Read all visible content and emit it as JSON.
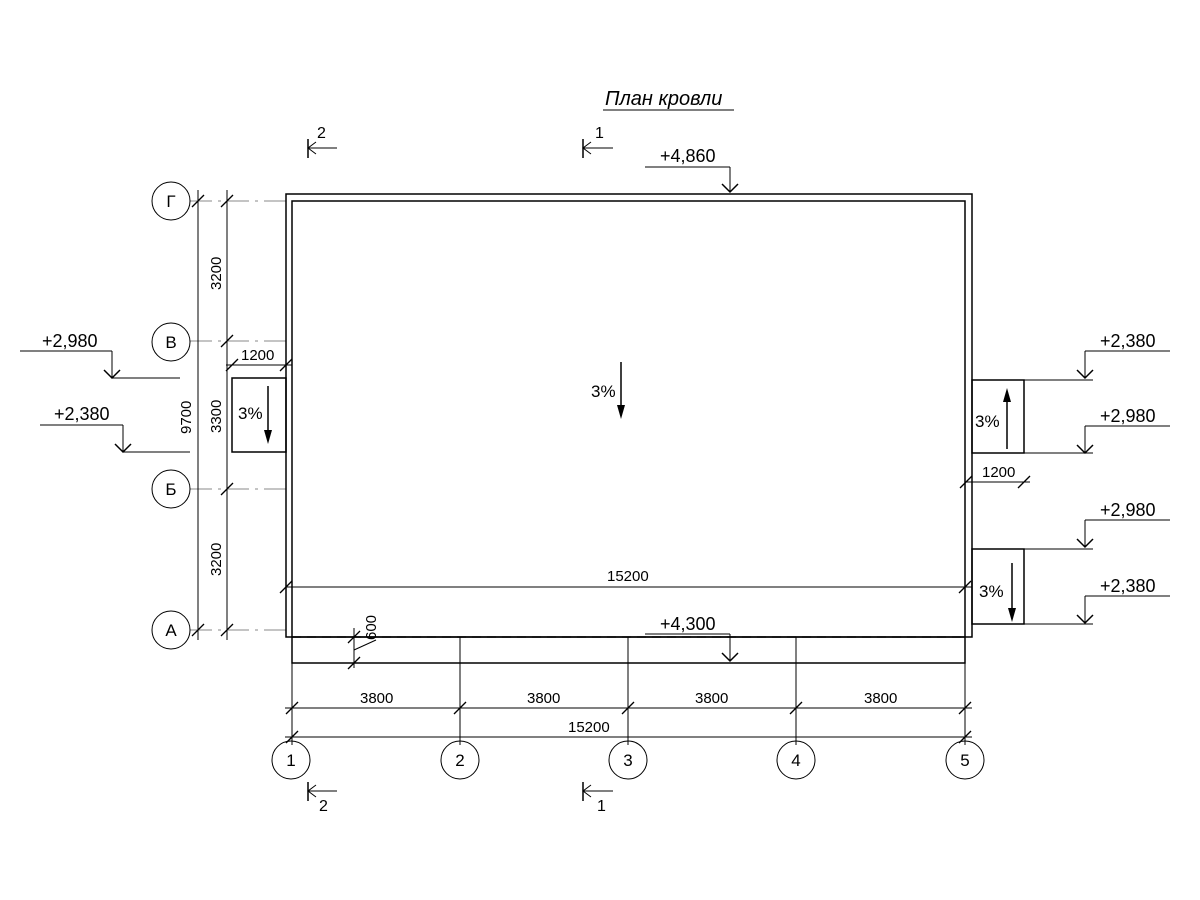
{
  "title": "План кровли",
  "axes": {
    "rows": [
      "Г",
      "В",
      "Б",
      "А"
    ],
    "columns": [
      "1",
      "2",
      "3",
      "4",
      "5"
    ]
  },
  "levels": {
    "ridge_top": "+4,860",
    "eave_bottom": "+4,300",
    "left_upper": "+2,980",
    "left_lower": "+2,380",
    "right_1": "+2,380",
    "right_2": "+2,980",
    "right_3": "+2,980",
    "right_4": "+2,380"
  },
  "slopes": {
    "main": "3%",
    "left_canopy": "3%",
    "right_upper_canopy": "3%",
    "right_lower_canopy": "3%"
  },
  "dimensions": {
    "vertical_total": "9700",
    "vertical_top": "3200",
    "vertical_mid": "3300",
    "vertical_bottom": "3200",
    "canopy_left_width": "1200",
    "canopy_right_width": "1200",
    "overhang": "600",
    "inner_width": "15200",
    "bay_1": "3800",
    "bay_2": "3800",
    "bay_3": "3800",
    "bay_4": "3800",
    "overall_width": "15200"
  },
  "sections": {
    "top_left": "2",
    "top_mid": "1",
    "bottom_left": "2",
    "bottom_mid": "1"
  }
}
